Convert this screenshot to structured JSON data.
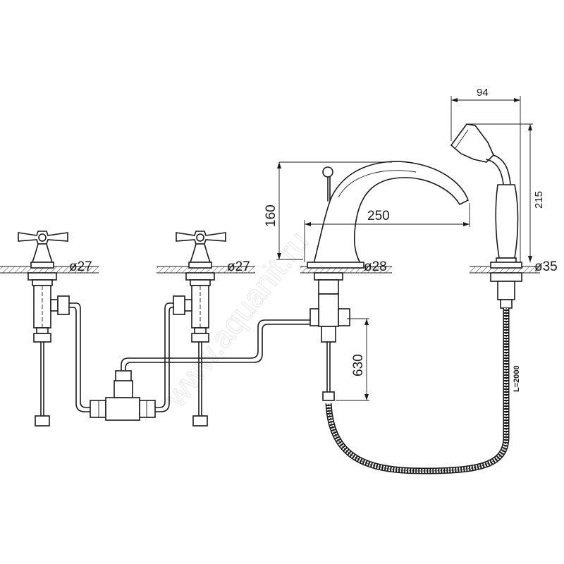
{
  "diagram": {
    "watermark": "www.aquanit.ru",
    "labels": {
      "diameter_left_tap": "ø27",
      "diameter_middle_tap": "ø27",
      "diameter_spout": "ø28",
      "diameter_shower": "ø35",
      "spout_height": "160",
      "spout_reach": "250",
      "flexible_hose_length": "630",
      "handshower_width": "94",
      "handshower_height": "215",
      "shower_hose_length": "L=2000"
    }
  }
}
